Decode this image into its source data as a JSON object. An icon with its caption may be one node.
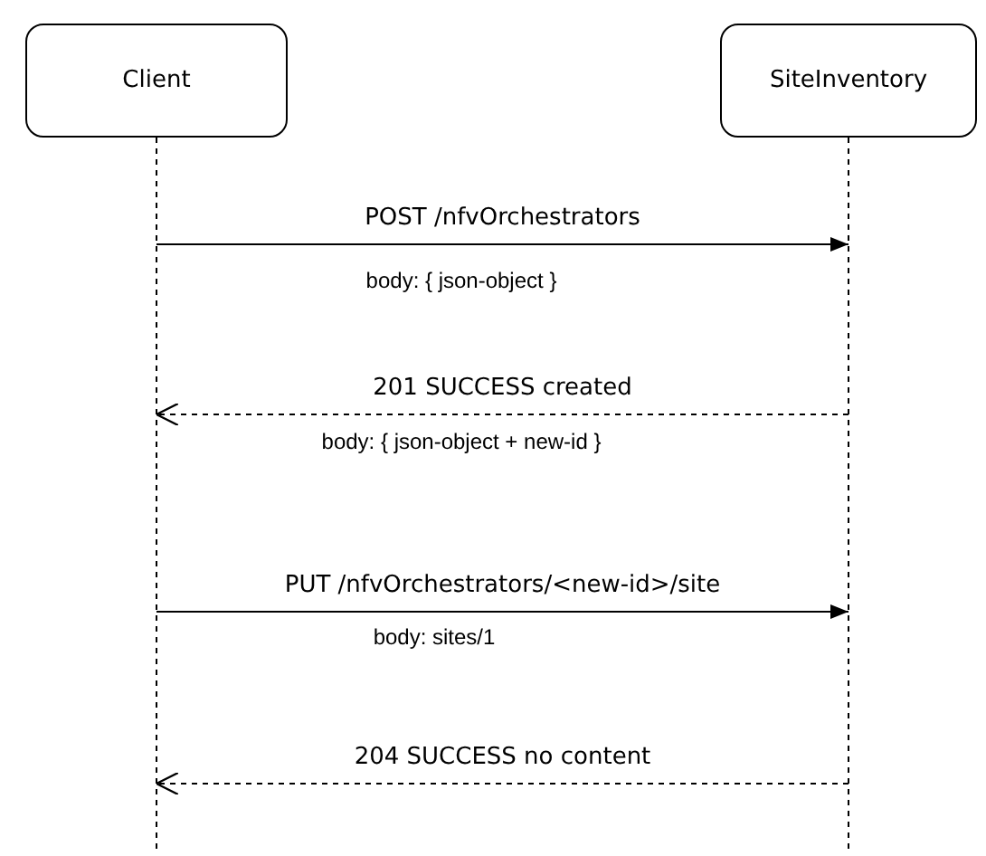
{
  "diagram": {
    "nodes": [
      {
        "text": [
          "Client"
        ]
      },
      {
        "text": [
          "SiteInventory"
        ]
      }
    ],
    "edges": [
      {
        "from": 0,
        "to": 1,
        "arrow": "to",
        "label": "POST /nfvOrchestrators"
      },
      {
        "from": 1,
        "to": 0,
        "arrow": "to",
        "label": "201 SUCCESS created",
        "style": "dashed"
      },
      {
        "from": 0,
        "to": 1,
        "arrow": "to",
        "label": "PUT /nfvOrchestrators/<new-id>/site"
      },
      {
        "from": 1,
        "to": 0,
        "arrow": "to",
        "label": "204 SUCCESS no content",
        "style": "dashed"
      }
    ],
    "labels": [
      "body: { json-object }",
      "body: { json-object + new-id }",
      "body: sites/1"
    ]
  }
}
